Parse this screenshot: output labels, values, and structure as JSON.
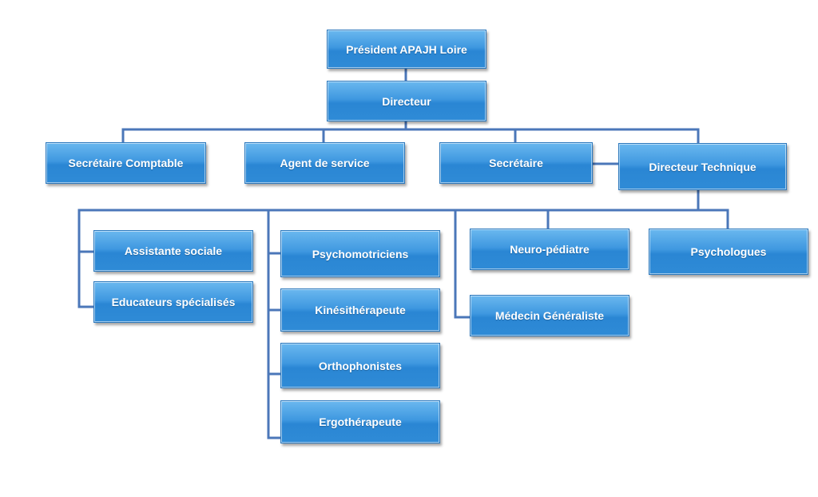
{
  "orgchart": {
    "president": "Président APAJH Loire",
    "directeur": "Directeur",
    "secretaire_comptable": "Secrétaire Comptable",
    "agent_service": "Agent de service",
    "secretaire": "Secrétaire",
    "directeur_technique": "Directeur Technique",
    "assistante_sociale": "Assistante sociale",
    "educateurs": "Educateurs spécialisés",
    "psychomotriciens": "Psychomotriciens",
    "kinesitherapeute": "Kinésithérapeute",
    "orthophonistes": "Orthophonistes",
    "ergotherapeute": "Ergothérapeute",
    "neuro_pediatre": "Neuro-pédiatre",
    "medecin": "Médecin Généraliste",
    "psychologues": "Psychologues"
  },
  "colors": {
    "box_top": "#6ab8ef",
    "box_bottom": "#2a86d4",
    "connector": "#4b77b9",
    "text": "#ffffff"
  }
}
